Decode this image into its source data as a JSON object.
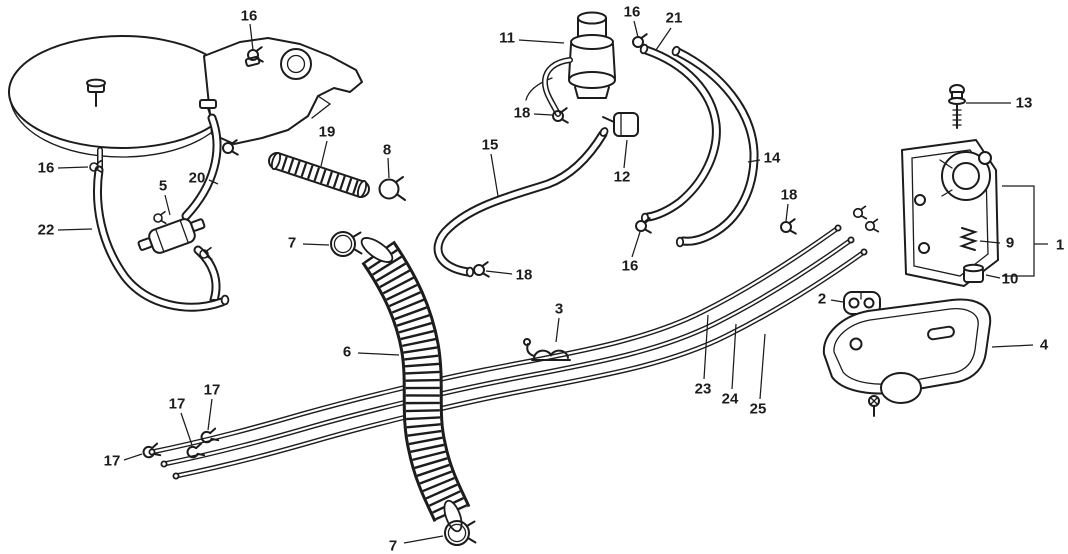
{
  "page": {
    "background_color": "#ffffff",
    "line_color": "#1c1c1c"
  },
  "diagram": {
    "callouts": [
      {
        "id": "callout-16-air-cleaner",
        "text": "16"
      },
      {
        "id": "callout-11-pump",
        "text": "11"
      },
      {
        "id": "callout-16-pump-clamp",
        "text": "16"
      },
      {
        "id": "callout-21-hose",
        "text": "21"
      },
      {
        "id": "callout-13-bolt",
        "text": "13"
      },
      {
        "id": "callout-18-pump-clamp",
        "text": "18"
      },
      {
        "id": "callout-15-hose",
        "text": "15"
      },
      {
        "id": "callout-12-valve",
        "text": "12"
      },
      {
        "id": "callout-14-hose",
        "text": "14"
      },
      {
        "id": "callout-19-tube",
        "text": "19"
      },
      {
        "id": "callout-8-clamp",
        "text": "8"
      },
      {
        "id": "callout-16-left-clamp",
        "text": "16"
      },
      {
        "id": "callout-20-hose",
        "text": "20"
      },
      {
        "id": "callout-5-filter",
        "text": "5"
      },
      {
        "id": "callout-22-hose",
        "text": "22"
      },
      {
        "id": "callout-7-ring-top",
        "text": "7"
      },
      {
        "id": "callout-18-hose15-clamp",
        "text": "18"
      },
      {
        "id": "callout-16-mid-clamp",
        "text": "16"
      },
      {
        "id": "callout-18-pipe-clamp",
        "text": "18"
      },
      {
        "id": "callout-9-spring",
        "text": "9"
      },
      {
        "id": "callout-1-assembly",
        "text": "1"
      },
      {
        "id": "callout-10-cap",
        "text": "10"
      },
      {
        "id": "callout-2-grommet",
        "text": "2"
      },
      {
        "id": "callout-4-bracket",
        "text": "4"
      },
      {
        "id": "callout-3-clamp",
        "text": "3"
      },
      {
        "id": "callout-6-ribbed-hose",
        "text": "6"
      },
      {
        "id": "callout-23-pipe",
        "text": "23"
      },
      {
        "id": "callout-24-pipe",
        "text": "24"
      },
      {
        "id": "callout-25-pipe",
        "text": "25"
      },
      {
        "id": "callout-17-clip-a",
        "text": "17"
      },
      {
        "id": "callout-17-clip-b",
        "text": "17"
      },
      {
        "id": "callout-17-clip-c",
        "text": "17"
      },
      {
        "id": "callout-7-ring-bottom",
        "text": "7"
      }
    ]
  }
}
